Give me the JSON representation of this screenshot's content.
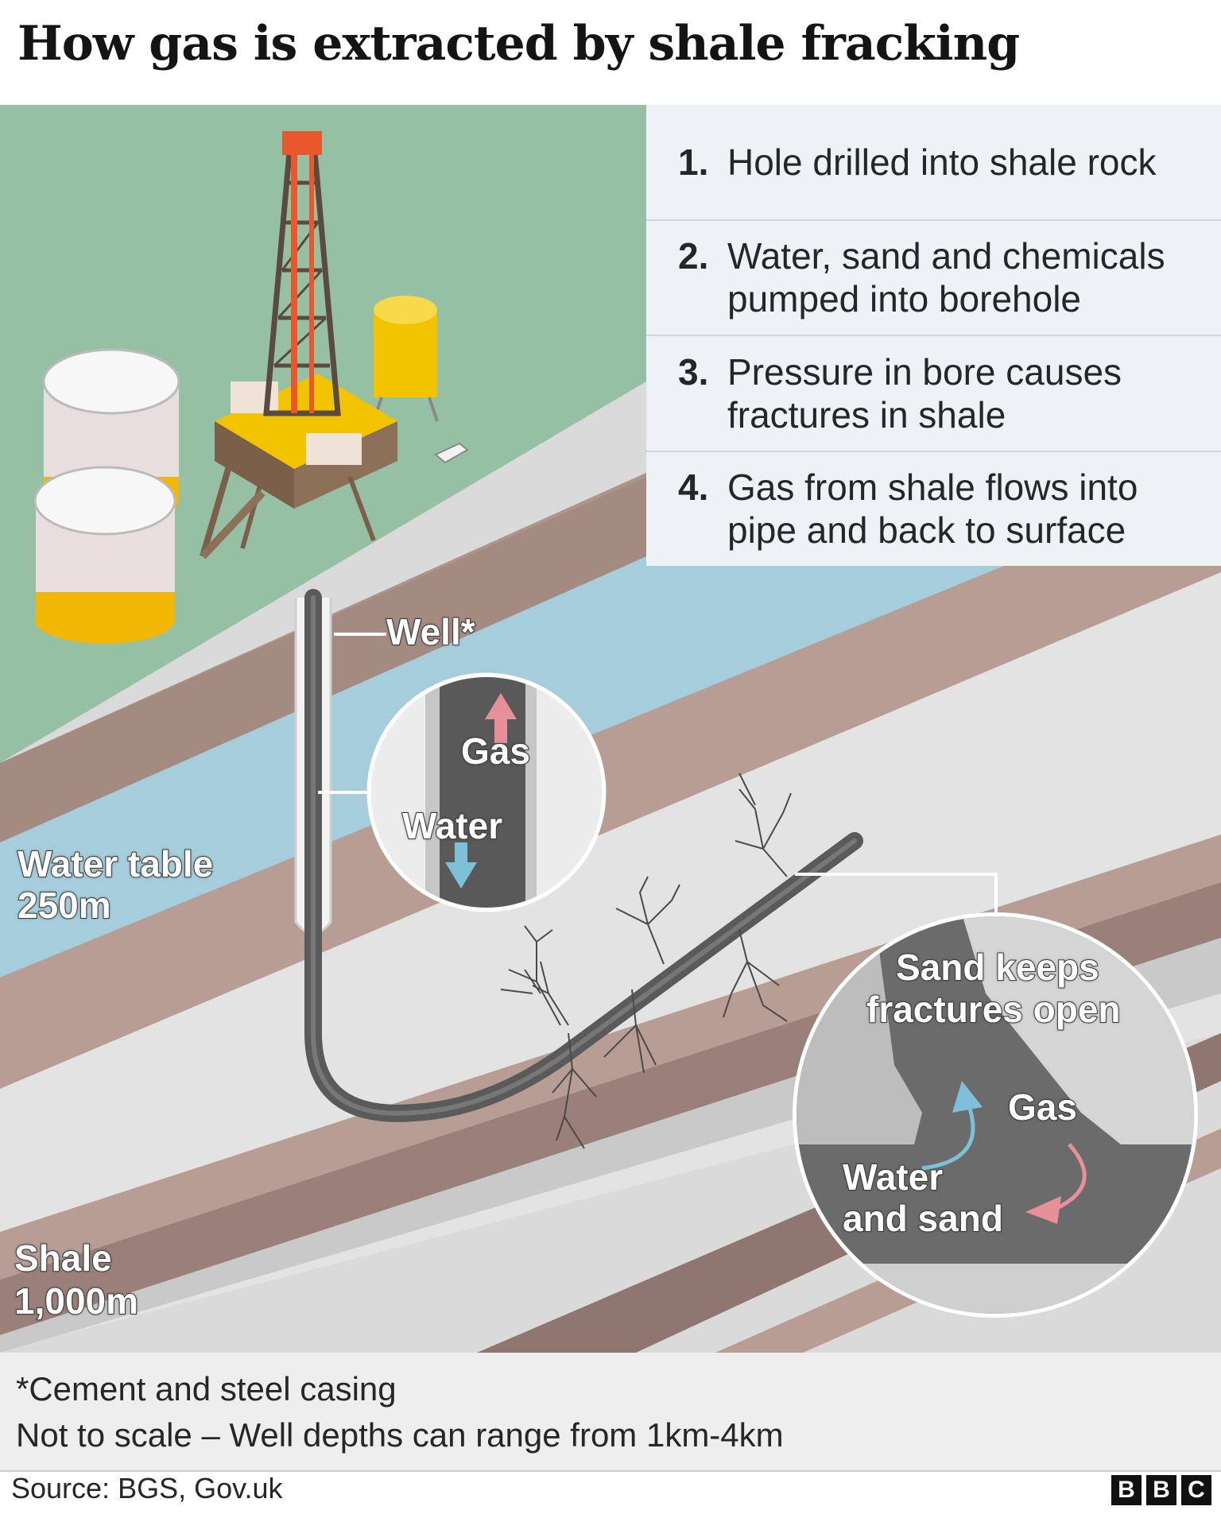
{
  "title": "How gas is extracted by shale fracking",
  "steps": [
    {
      "num": "1.",
      "text": "Hole drilled into shale rock"
    },
    {
      "num": "2.",
      "text": "Water, sand and chemicals pumped into borehole"
    },
    {
      "num": "3.",
      "text": "Pressure in bore causes fractures in shale"
    },
    {
      "num": "4.",
      "text": "Gas from shale flows into pipe and back to surface"
    }
  ],
  "labels": {
    "well": "Well*",
    "gas_top": "Gas",
    "water_top": "Water",
    "water_table": "Water table",
    "water_table_depth": "250m",
    "sand_1": "Sand keeps",
    "sand_2": "fractures open",
    "gas_bottom": "Gas",
    "water_sand_1": "Water",
    "water_sand_2": "and sand",
    "shale": "Shale",
    "shale_depth": "1,000m"
  },
  "footnotes": {
    "casing": "*Cement and steel casing",
    "scale": "Not to scale – Well depths can range from 1km-4km"
  },
  "source": "Source: BGS, Gov.uk",
  "logo": [
    "B",
    "B",
    "C"
  ],
  "colors": {
    "surface": "#96c0a3",
    "water_table": "#a6cddb",
    "rock_brown": "#a9928a",
    "shale": "#dcdcdc",
    "pipe": "#5a5a5a",
    "gas_arrow": "#e8909a",
    "water_arrow": "#7ec0d8"
  }
}
